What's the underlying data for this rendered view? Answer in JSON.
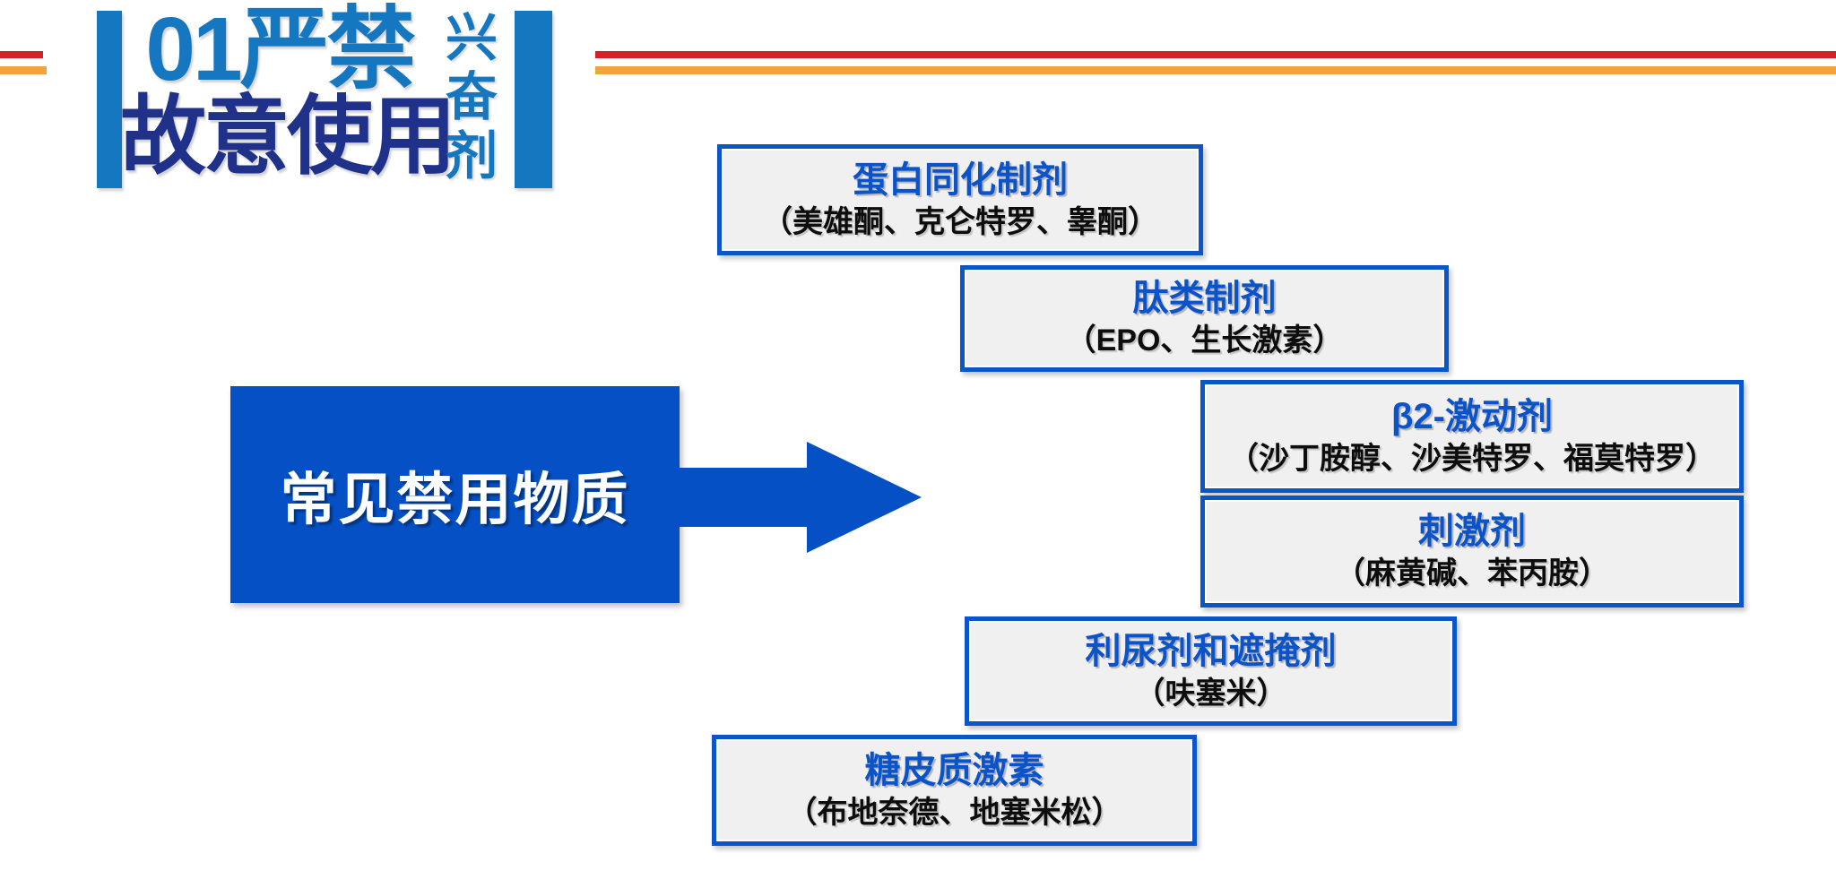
{
  "header": {
    "badge": {
      "line1": "01严禁",
      "line2": "故意使用",
      "vertical_text": "兴奋剂",
      "vertical_chars": [
        "兴",
        "奋",
        "剂"
      ],
      "azure_color": "#1677C1",
      "navy_color": "#203189"
    },
    "rules": {
      "red_color": "#D42026",
      "orange_color": "#F0A43C"
    }
  },
  "diagram": {
    "source_box": {
      "label": "常见禁用物质",
      "fill_color": "#0450C4",
      "text_color": "#FFFFFF"
    },
    "arrow": {
      "direction": "right",
      "color": "#0450C4"
    },
    "categories": [
      {
        "title": "蛋白同化制剂",
        "examples": "（美雄酮、克仑特罗、睾酮）"
      },
      {
        "title": "肽类制剂",
        "examples": "（EPO、生长激素）"
      },
      {
        "title": "β2-激动剂",
        "examples": "（沙丁胺醇、沙美特罗、福莫特罗）"
      },
      {
        "title": "刺激剂",
        "examples": "（麻黄碱、苯丙胺）"
      },
      {
        "title": "利尿剂和遮掩剂",
        "examples": "（呋塞米）"
      },
      {
        "title": "糖皮质激素",
        "examples": "（布地奈德、地塞米松）"
      }
    ],
    "category_style": {
      "fill_color": "#F0F0F1",
      "border_color": "#0A55C8",
      "title_color": "#0B53C8",
      "example_color": "#0D0D0D"
    }
  }
}
